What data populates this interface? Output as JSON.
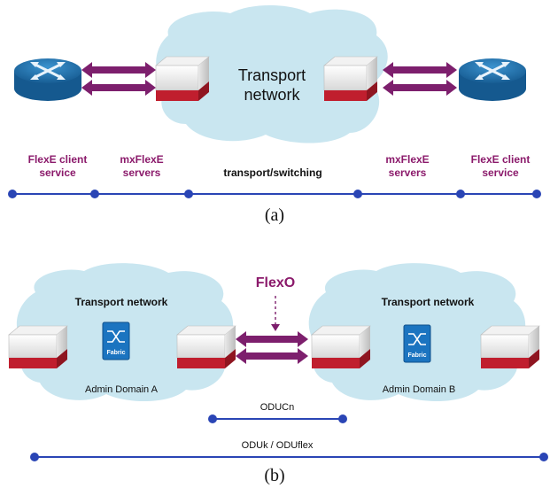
{
  "panel_a": {
    "cloud_title": "Transport\nnetwork",
    "cloud_title_line1": "Transport",
    "cloud_title_line2": "network",
    "labels": {
      "left_client": [
        "FlexE client",
        "service"
      ],
      "left_servers": [
        "mxFlexE",
        "servers"
      ],
      "transport": "transport/switching",
      "right_servers": [
        "mxFlexE",
        "servers"
      ],
      "right_client": [
        "FlexE client",
        "service"
      ]
    },
    "caption": "(a)"
  },
  "panel_b": {
    "left_cloud_title": "Transport network",
    "right_cloud_title": "Transport network",
    "flexo_label": "FlexO",
    "fabric_left": "Fabric",
    "fabric_right": "Fabric",
    "admin_a": "Admin Domain A",
    "admin_b": "Admin Domain B",
    "oducn": "ODUCn",
    "oduk": "ODUk / ODUflex",
    "caption": "(b)"
  },
  "colors": {
    "cloud": "#c9e6f0",
    "arrow_purple": "#7d1f6d",
    "label_purple": "#8b1a6b",
    "line_blue": "#2a45b5",
    "router_blue": "#1e6fa8",
    "device_red": "#c01e2e",
    "fabric_blue": "#1b74c0"
  },
  "icons": [
    "router-icon",
    "server-box-icon",
    "fabric-switch-icon",
    "double-arrow-icon",
    "cloud-shape"
  ]
}
